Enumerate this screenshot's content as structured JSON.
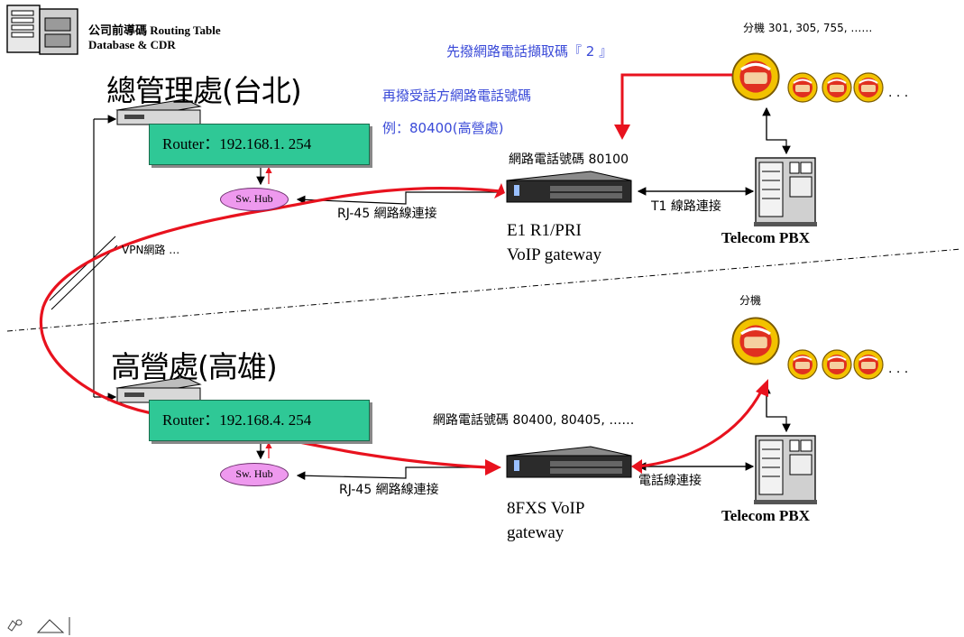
{
  "database": {
    "line1": "公司前導碼 Routing Table",
    "line2": "Database & CDR"
  },
  "sites": {
    "taipei": {
      "title": "總管理處(台北)",
      "router": "Router：192.168.1. 254",
      "hub": "Sw. Hub",
      "rj45": "RJ-45 網路線連接"
    },
    "kaohsiung": {
      "title": "高營處(高雄)",
      "router": "Router：192.168.4. 254",
      "hub": "Sw. Hub",
      "rj45": "RJ-45 網路線連接"
    }
  },
  "instructions": {
    "line1": "先撥網路電話擷取碼『 2 』",
    "line2": "再撥受話方網路電話號碼",
    "line3": "例：80400(高營處)"
  },
  "gateways": {
    "top": {
      "number": "網路電話號碼 80100",
      "name1": "E1 R1/PRI",
      "name2": "VoIP gateway",
      "link": "T1 線路連接"
    },
    "bottom": {
      "number": "網路電話號碼 80400, 80405, ……",
      "name1": "8FXS VoIP",
      "name2": "gateway",
      "link": "電話線連接"
    }
  },
  "pbx": {
    "top": "Telecom PBX",
    "bottom": "Telecom PBX"
  },
  "extensions": {
    "top": "分機 301, 305, 755, ……",
    "bottom": "分機",
    "ellipsis_top": ". . .",
    "ellipsis_bottom": ". . ."
  },
  "vpn": "VPN網路 …",
  "colors": {
    "router": "#2fc896",
    "hub": "#ee99ee",
    "red_path": "#e8121e",
    "blue_text": "#3a4ad8",
    "phone_gold": "#f2c200"
  },
  "icons": [
    "server-icon",
    "router-icon",
    "gateway-icon",
    "pbx-icon",
    "phone-icon",
    "edit-icon",
    "triangle-icon"
  ]
}
